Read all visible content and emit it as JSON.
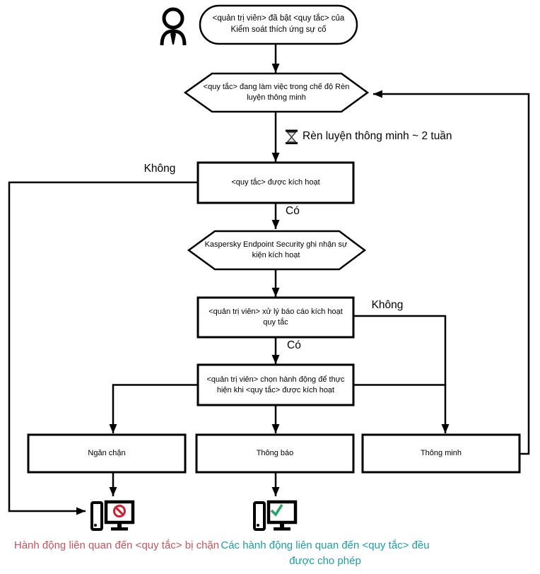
{
  "diagram": {
    "title_hint": "Smart Training mode flow of Adaptive Anomaly Control rule (Kaspersky Endpoint Security)",
    "actor": {
      "icon": "person-icon"
    },
    "nodes": {
      "start": {
        "shape": "terminator",
        "text": "<quản trị viên> đã bật <quy tắc> của Kiểm soát thích ứng sự cố"
      },
      "training_mode": {
        "shape": "hexagon",
        "text": "<quy tắc> đang làm việc trong chế độ Rèn luyện thông minh"
      },
      "timer": {
        "icon": "hourglass-icon",
        "text": "Rèn luyện thông minh ~ 2 tuần"
      },
      "rule_triggered": {
        "shape": "rect",
        "text": "<quy tắc> được kích hoạt"
      },
      "event_logged": {
        "shape": "hexagon",
        "text": "Kaspersky Endpoint Security ghi nhận sự kiện kích hoạt"
      },
      "admin_processes": {
        "shape": "rect",
        "text": "<quản trị viên> xử lý báo cáo kích hoạt quy tắc"
      },
      "admin_chooses": {
        "shape": "rect",
        "text": "<quản trị viên> chọn hành động để thực hiện khi <quy tắc> được kích hoạt"
      },
      "block": {
        "shape": "rect",
        "text": "Ngăn chặn"
      },
      "notify": {
        "shape": "rect",
        "text": "Thông báo"
      },
      "smart": {
        "shape": "rect",
        "text": "Thông minh"
      }
    },
    "edge_labels": {
      "no_left": "Không",
      "yes_1": "Có",
      "no_right": "Không",
      "yes_2": "Có"
    },
    "outcomes": {
      "blocked": {
        "text": "Hành động liên quan đến <quy tắc> bị chặn",
        "color": "#c6545e",
        "icon": "blocked-computer-icon"
      },
      "allowed": {
        "text": "Các hành động liên quan đến <quy tắc> đều được cho phép",
        "color": "#1e9ba9",
        "icon": "allowed-computer-icon"
      }
    },
    "colors": {
      "line": "#000000",
      "blocked_text": "#c6545e",
      "allowed_text": "#1e9ba9",
      "prohibition_red": "#cf2030",
      "checkmark_green": "#1ea466"
    }
  }
}
